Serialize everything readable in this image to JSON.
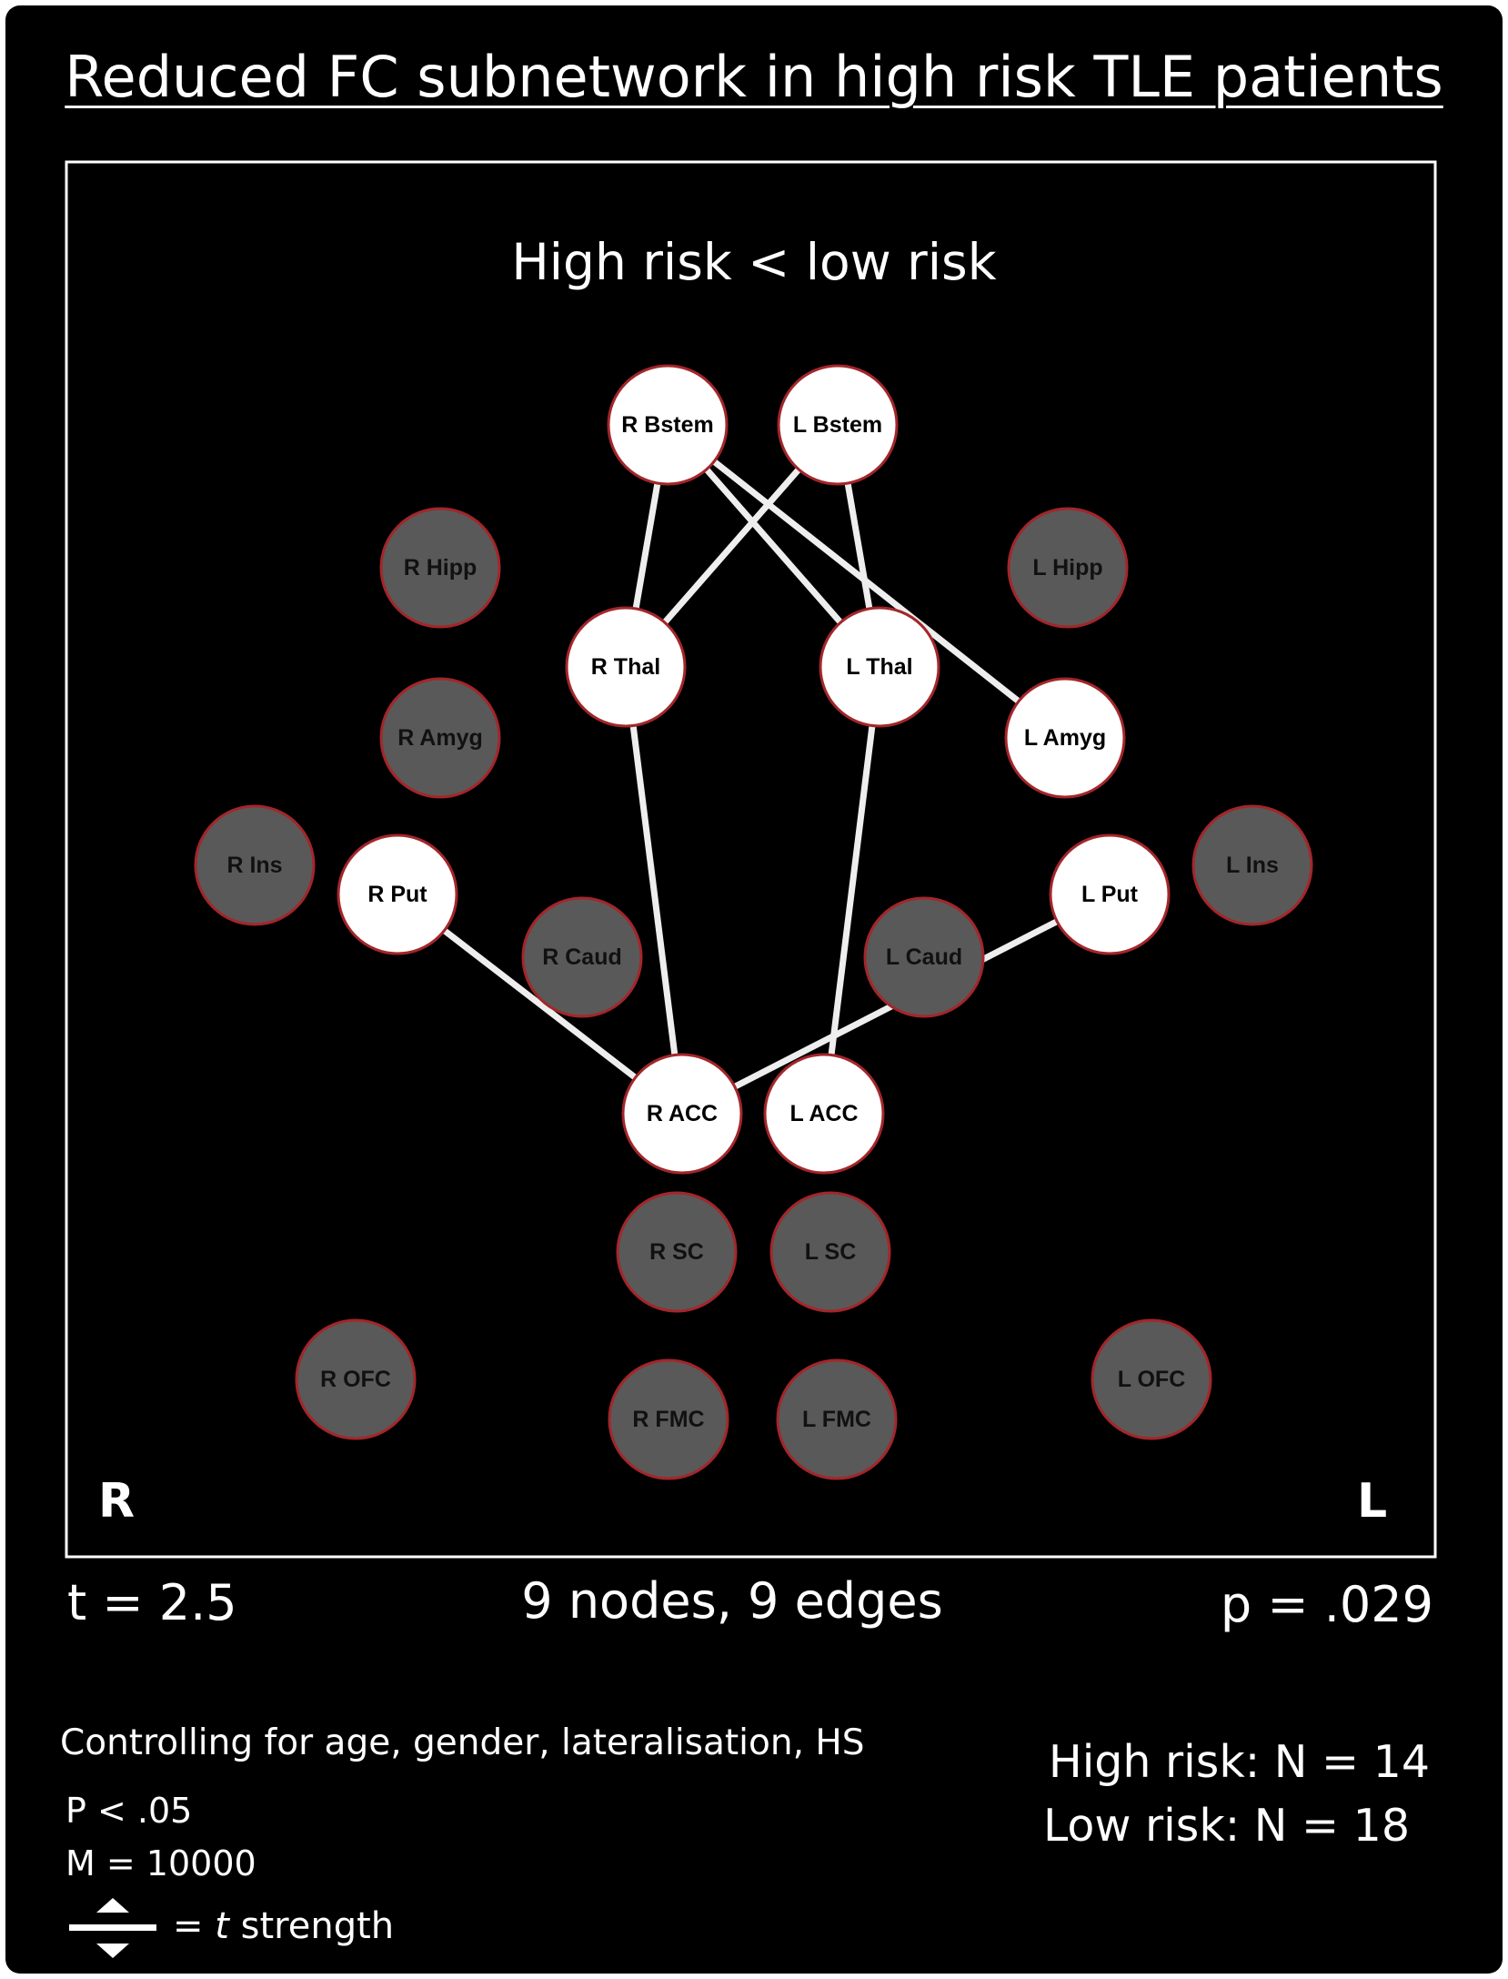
{
  "title": "Reduced FC subnetwork in high risk TLE patients",
  "panel_title": "High risk < low risk",
  "hemisphere_labels": {
    "right": "R",
    "left": "L"
  },
  "stats": {
    "t": "t = 2.5",
    "summary": "9 nodes, 9 edges",
    "p": "p = .029"
  },
  "notes": {
    "controlling": "Controlling for age, gender, lateralisation, HS",
    "p_threshold": "P < .05",
    "permutations": "M = 10000",
    "legend_eq": "= ",
    "legend_t": "t",
    "legend_strength": " strength"
  },
  "sample": {
    "high": "High risk: N = 14",
    "low": "Low risk: N = 18"
  },
  "colors": {
    "background": "#000000",
    "active_node": "#ffffff",
    "inactive_node": "#595959",
    "node_border": "#a3262a",
    "edge": "#eeeeee",
    "text": "#ffffff"
  },
  "nodes": [
    {
      "id": "r_bstem",
      "label": "R Bstem",
      "active": true
    },
    {
      "id": "l_bstem",
      "label": "L Bstem",
      "active": true
    },
    {
      "id": "r_hipp",
      "label": "R Hipp",
      "active": false
    },
    {
      "id": "l_hipp",
      "label": "L Hipp",
      "active": false
    },
    {
      "id": "r_thal",
      "label": "R Thal",
      "active": true
    },
    {
      "id": "l_thal",
      "label": "L Thal",
      "active": true
    },
    {
      "id": "r_amyg",
      "label": "R Amyg",
      "active": false
    },
    {
      "id": "l_amyg",
      "label": "L Amyg",
      "active": true
    },
    {
      "id": "r_ins",
      "label": "R Ins",
      "active": false
    },
    {
      "id": "l_ins",
      "label": "L Ins",
      "active": false
    },
    {
      "id": "r_put",
      "label": "R Put",
      "active": true
    },
    {
      "id": "l_put",
      "label": "L Put",
      "active": true
    },
    {
      "id": "r_caud",
      "label": "R Caud",
      "active": false
    },
    {
      "id": "l_caud",
      "label": "L Caud",
      "active": false
    },
    {
      "id": "r_acc",
      "label": "R ACC",
      "active": true
    },
    {
      "id": "l_acc",
      "label": "L ACC",
      "active": true
    },
    {
      "id": "r_sc",
      "label": "R SC",
      "active": false
    },
    {
      "id": "l_sc",
      "label": "L SC",
      "active": false
    },
    {
      "id": "r_ofc",
      "label": "R OFC",
      "active": false
    },
    {
      "id": "l_ofc",
      "label": "L OFC",
      "active": false
    },
    {
      "id": "r_fmc",
      "label": "R FMC",
      "active": false
    },
    {
      "id": "l_fmc",
      "label": "L FMC",
      "active": false
    }
  ],
  "edges": [
    {
      "from": "r_bstem",
      "to": "r_thal"
    },
    {
      "from": "r_bstem",
      "to": "l_thal"
    },
    {
      "from": "r_bstem",
      "to": "l_amyg"
    },
    {
      "from": "l_bstem",
      "to": "r_thal"
    },
    {
      "from": "l_bstem",
      "to": "l_thal"
    },
    {
      "from": "r_thal",
      "to": "r_acc"
    },
    {
      "from": "l_thal",
      "to": "l_acc"
    },
    {
      "from": "r_put",
      "to": "r_acc"
    },
    {
      "from": "l_put",
      "to": "r_acc"
    }
  ]
}
